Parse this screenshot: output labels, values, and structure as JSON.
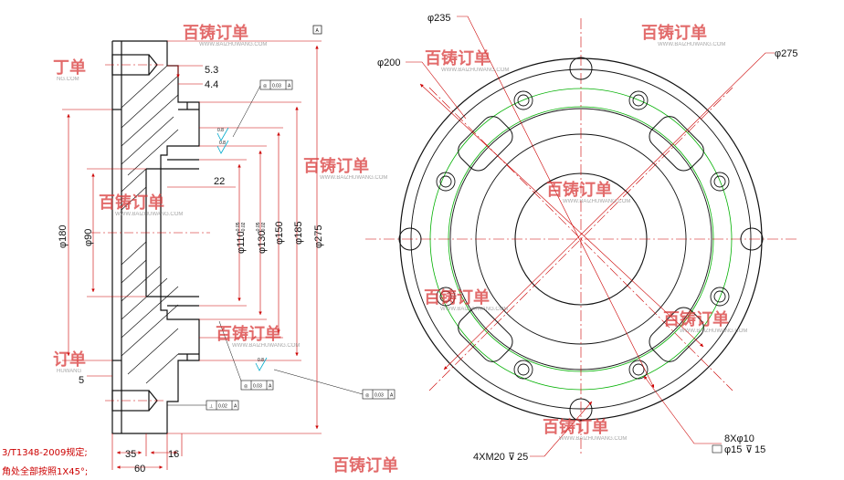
{
  "watermark": {
    "brand": "百铸订单",
    "url": "WWW.BAIZHUWANG.COM",
    "partial_brand": "丁单",
    "partial_url": "NG.COM",
    "partial_left": "订单",
    "partial_left_url": "HUWANG"
  },
  "datum": "A",
  "section_view": {
    "dims": {
      "d_5_3": "5.3",
      "d_4_4": "4.4",
      "d_22": "22",
      "phi180": "φ180",
      "phi90": "φ90",
      "phi110": "φ110",
      "phi110_tol_up": "-0.05",
      "phi110_tol_dn": "-0.02",
      "phi130": "φ130",
      "phi130_tol_up": "-0.05",
      "phi130_tol_dn": "-0.02",
      "phi150": "φ150",
      "phi185": "φ185",
      "phi275": "φ275",
      "d_5": "5",
      "d_35": "35",
      "d_16": "16",
      "d_60": "60"
    },
    "gdt": [
      {
        "symbol": "◎",
        "tolerance": "0.03",
        "datum": "A"
      },
      {
        "symbol": "◎",
        "tolerance": "0.03",
        "datum": "A"
      },
      {
        "symbol": "◎",
        "tolerance": "0.03",
        "datum": "A"
      },
      {
        "symbol": "⊥",
        "tolerance": "0.02",
        "datum": "A"
      }
    ],
    "roughness": [
      "0.8",
      "0.8",
      "0.8"
    ]
  },
  "plan_view": {
    "dims": {
      "phi235": "φ235",
      "phi200": "φ200",
      "phi275": "φ275",
      "tap": "4XM20",
      "tap_depth": "25",
      "holes": "8Xφ10",
      "counterbore": "φ15",
      "counterbore_depth": "15"
    }
  },
  "notes": {
    "line1": "3/T1348-2009规定;",
    "line2": "角处全部按照1X45°;"
  },
  "colors": {
    "outline": "#111111",
    "dimension": "#cc0000",
    "centerline": "#cc0000",
    "pitch_circle": "#00b000",
    "roughness": "#00aacc"
  }
}
